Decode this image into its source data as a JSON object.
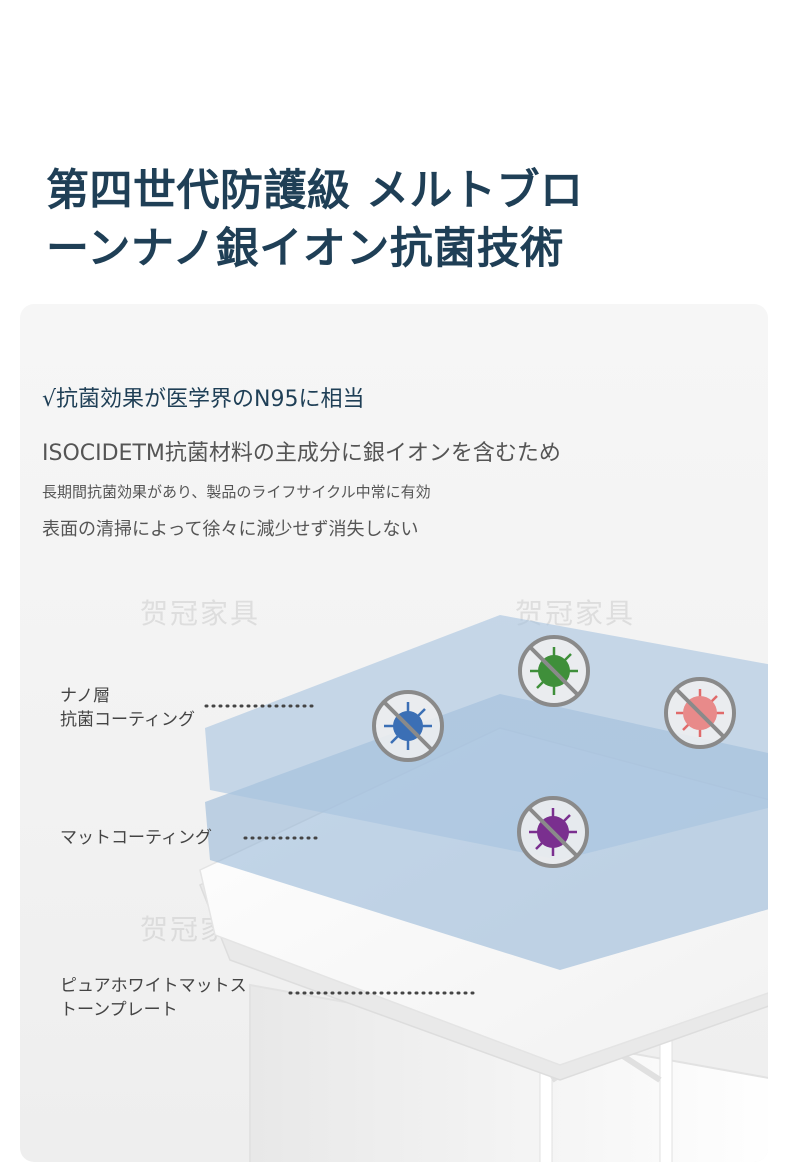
{
  "headline": {
    "line1": "第四世代防護級 メルトブロ",
    "line2": "ーンナノ銀イオン抗菌技術"
  },
  "copy": {
    "subhead": "√抗菌効果が医学界のN95に相当",
    "line1": "ISOCIDETM抗菌材料の主成分に銀イオンを含むため",
    "line2": "長期間抗菌効果があり、製品のライフサイクル中常に有効",
    "line3": "表面の清掃によって徐々に減少せず消失しない"
  },
  "layers": {
    "nano": {
      "line1": "ナノ層",
      "line2": "抗菌コーティング"
    },
    "matte": "マットコーティング",
    "plate": {
      "line1": "ピュアホワイトマットス",
      "line2": "トーンプレート"
    }
  },
  "watermark": "贺冠家具",
  "colors": {
    "headline": "#1f3f56",
    "body_text": "#555555",
    "panel_bg": "#f4f4f4",
    "layer_blue": "#8fb3d6",
    "virus_blue": "#3b6fb5",
    "virus_green": "#3f8f3a",
    "virus_pink": "#e06a6a",
    "virus_purple": "#7a2f8f"
  },
  "icons": [
    "checkmark-icon",
    "virus-blocked-icon-blue",
    "virus-blocked-icon-green",
    "virus-blocked-icon-pink",
    "virus-blocked-icon-purple"
  ]
}
